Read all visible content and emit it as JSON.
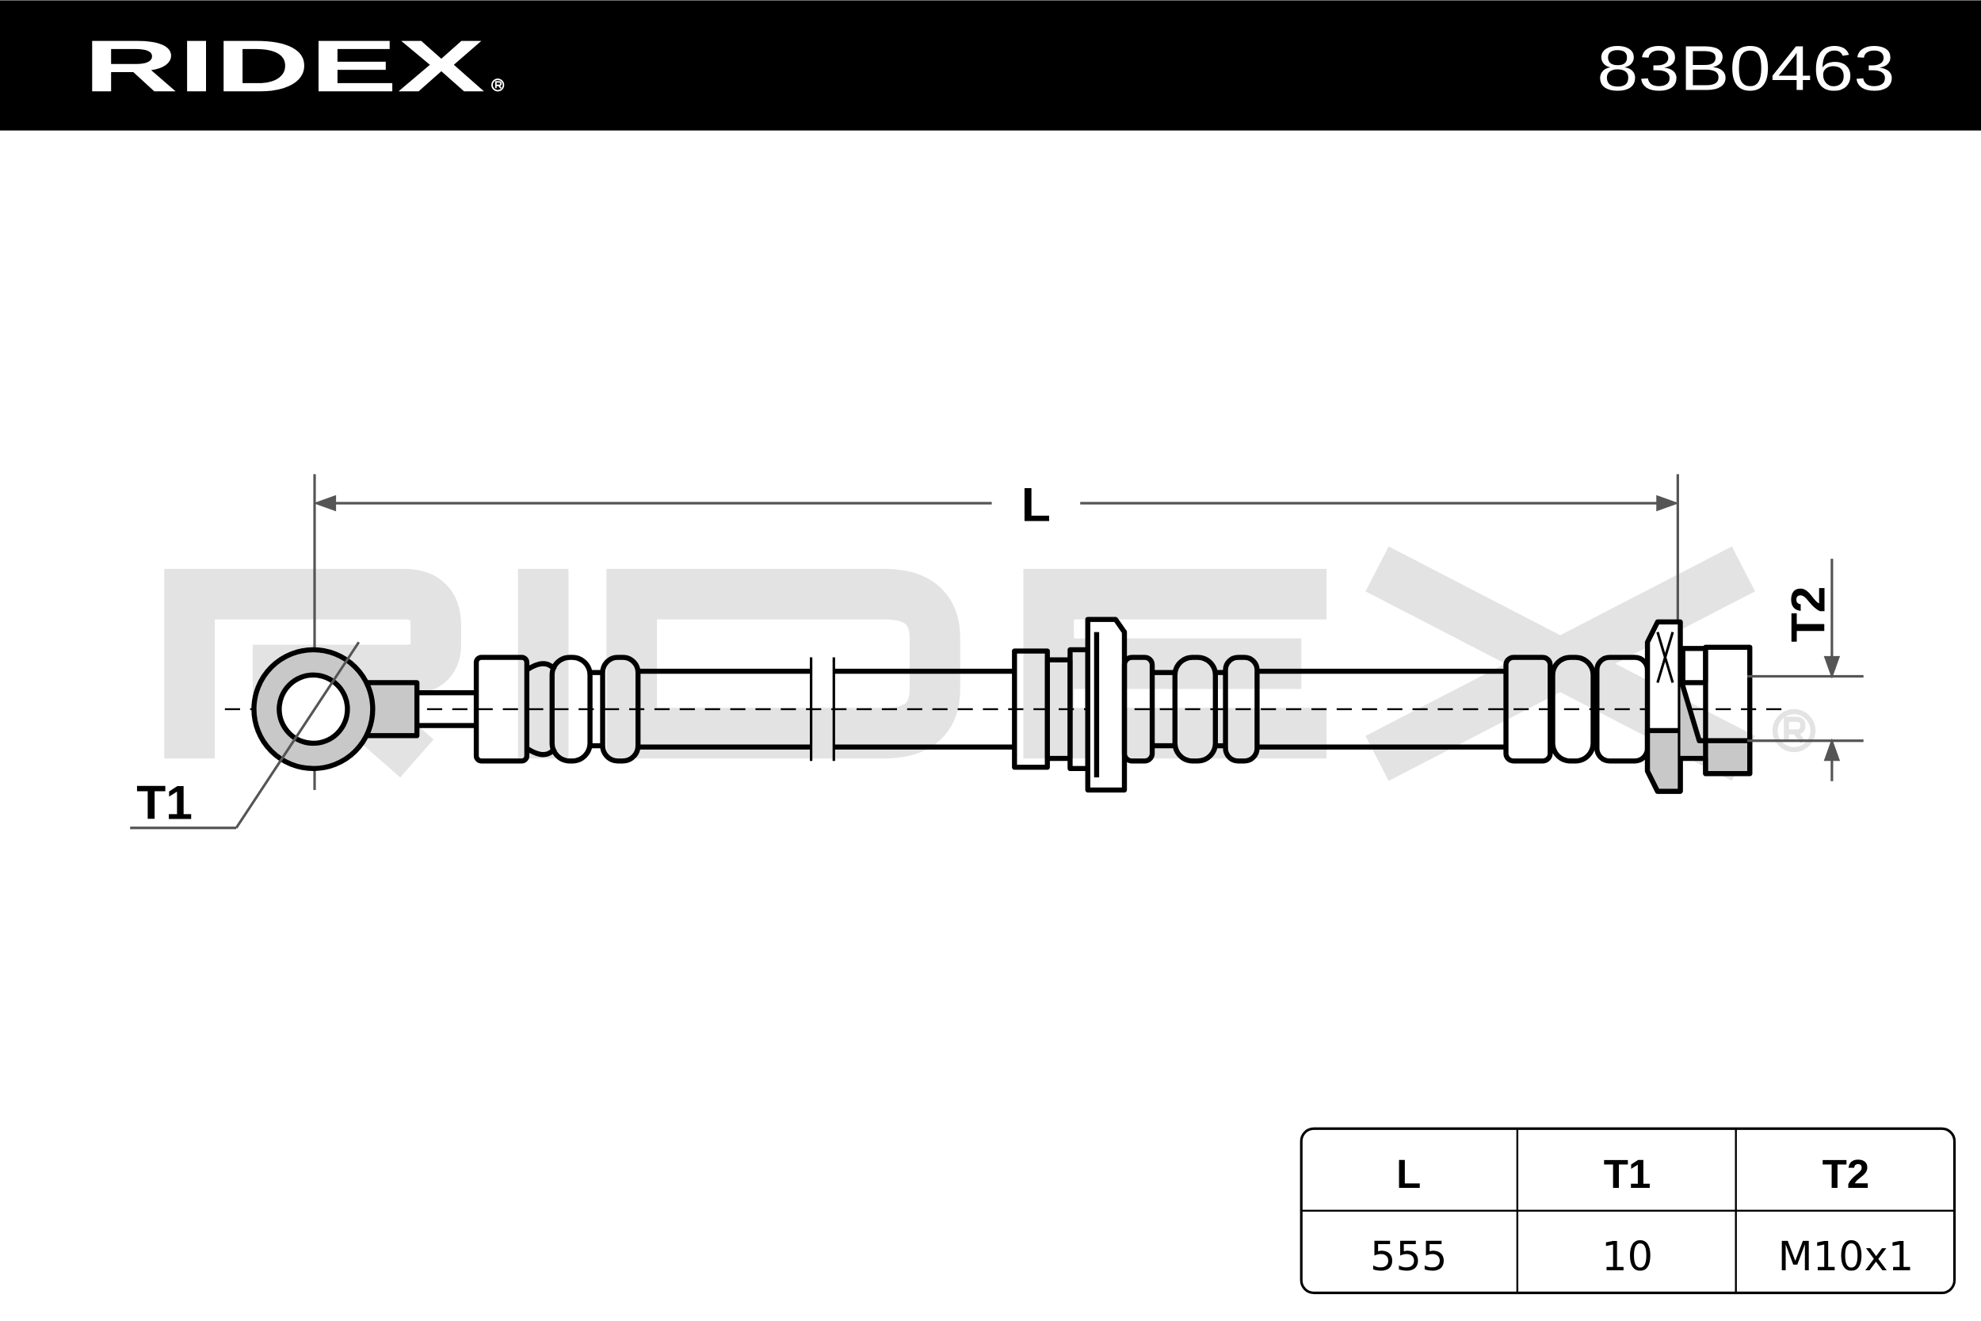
{
  "header": {
    "brand": "RIDEX",
    "part_number": "83B0463",
    "background": "#000000",
    "text_color": "#ffffff"
  },
  "drawing": {
    "watermark": "RIDEX",
    "dimension_labels": {
      "length": "L",
      "thread_1": "T1",
      "thread_2": "T2"
    }
  },
  "spec_table": {
    "headers": [
      "L",
      "T1",
      "T2"
    ],
    "values": [
      "555",
      "10",
      "M10x1"
    ]
  },
  "colors": {
    "watermark": "#e3e3e3",
    "fitting_fill": "#c8c8c8",
    "dimension_line": "#555555"
  }
}
